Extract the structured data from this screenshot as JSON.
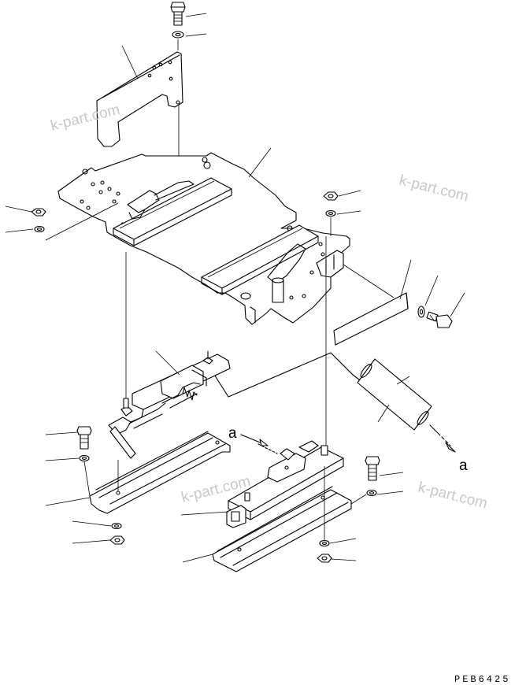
{
  "diagram": {
    "watermarks": [
      "k-part.com",
      "k-part.com",
      "k-part.com",
      "k-part.com"
    ],
    "section_labels": [
      "a",
      "a"
    ],
    "drawing_code": "PEB6425"
  }
}
